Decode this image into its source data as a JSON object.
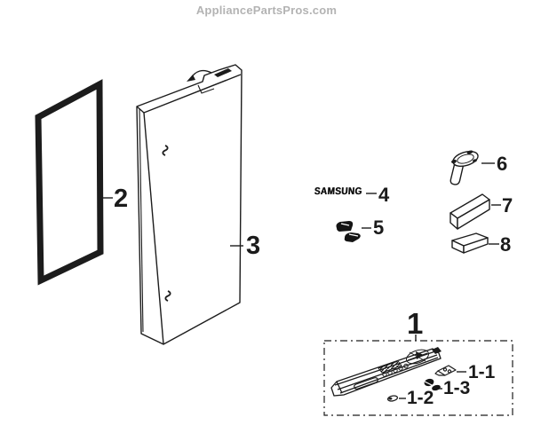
{
  "header": {
    "watermark": "AppliancePartsPros.com"
  },
  "diagram": {
    "badge": "SAMSUNG",
    "labels": {
      "part1": "1",
      "part1_1": "1-1",
      "part1_2": "1-2",
      "part1_3": "1-3",
      "part2": "2",
      "part3": "3",
      "part4": "4",
      "part5": "5",
      "part6": "6",
      "part7": "7",
      "part8": "8"
    },
    "colors": {
      "line": "#1c1c1c",
      "watermark": "#b3b3b3",
      "background": "#ffffff"
    }
  }
}
